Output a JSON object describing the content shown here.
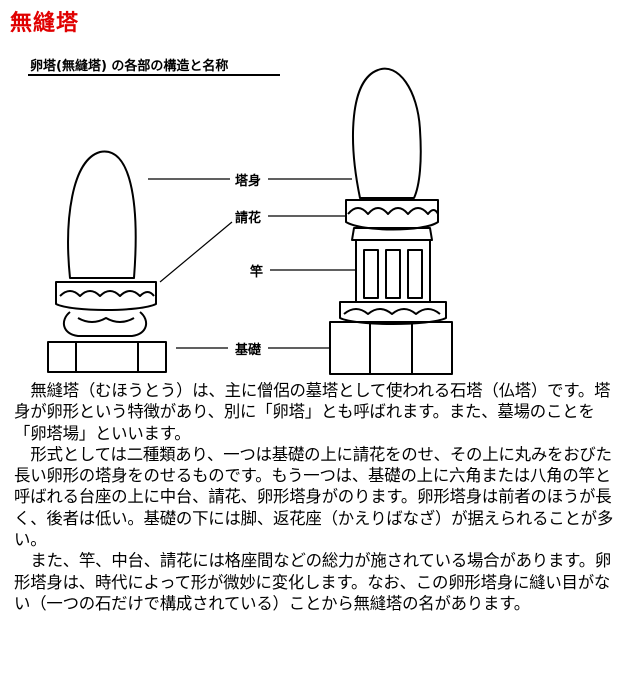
{
  "page": {
    "title": "無縫塔",
    "title_color": "#e00000"
  },
  "figure": {
    "caption": "卵塔(無縫塔) の各部の構造と名称",
    "labels": {
      "toushin": "塔身",
      "ukebana": "請花",
      "sao": "竿",
      "kiso": "基礎"
    }
  },
  "article": {
    "paragraphs": [
      "無縫塔（むほうとう）は、主に僧侶の墓塔として使われる石塔（仏塔）です。塔身が卵形という特徴があり、別に「卵塔」とも呼ばれます。また、墓場のことを「卵塔場」といいます。",
      "形式としては二種類あり、一つは基礎の上に請花をのせ、その上に丸みをおびた長い卵形の塔身をのせるものです。もう一つは、基礎の上に六角または八角の竿と呼ばれる台座の上に中台、請花、卵形塔身がのります。卵形塔身は前者のほうが長く、後者は低い。基礎の下には脚、返花座（かえりばなざ）が据えられることが多い。",
      "また、竿、中台、請花には格座間などの総力が施されている場合があります。卵形塔身は、時代によって形が微妙に変化します。なお、この卵形塔身に縫い目がない（一つの石だけで構成されている）ことから無縫塔の名があります。"
    ]
  }
}
